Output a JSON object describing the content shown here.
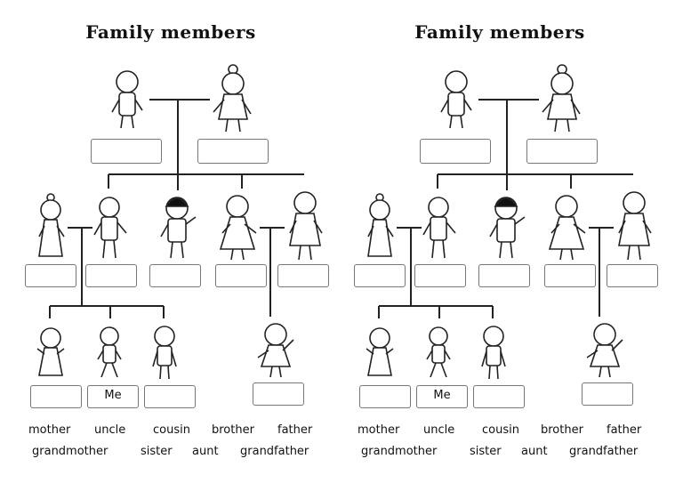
{
  "worksheets": [
    {
      "title": "Family members",
      "box_labels": {
        "me": "Me"
      },
      "word_bank": {
        "row1": [
          "mother",
          "uncle",
          "cousin",
          "brother",
          "father"
        ],
        "row2": [
          "grandmother",
          "sister",
          "aunt",
          "grandfather"
        ]
      }
    },
    {
      "title": "Family members",
      "box_labels": {
        "me": "Me"
      },
      "word_bank": {
        "row1": [
          "mother",
          "uncle",
          "cousin",
          "brother",
          "father"
        ],
        "row2": [
          "grandmother",
          "sister",
          "aunt",
          "grandfather"
        ]
      }
    }
  ]
}
